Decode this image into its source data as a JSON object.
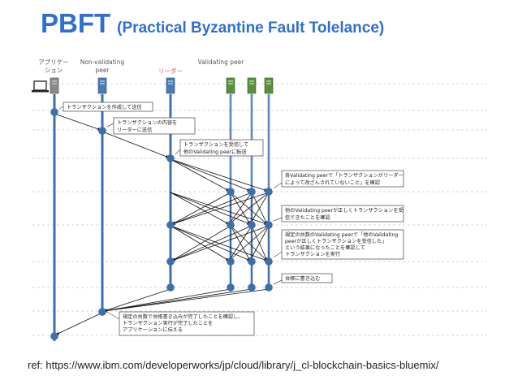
{
  "title": {
    "main": "PBFT",
    "sub": "(Practical Byzantine Fault Tolelance)"
  },
  "actors": {
    "application": {
      "label_1": "アプリケー",
      "label_2": "ション"
    },
    "non_validating": {
      "label_1": "Non-validating",
      "label_2": "peer"
    },
    "leader": {
      "label": "リーダー"
    },
    "validating": {
      "label": "Validating peer"
    }
  },
  "notes": [
    {
      "lines": [
        "トランザクションを作成して送信"
      ]
    },
    {
      "lines": [
        "トランザクションの内容を",
        "リーダーに送信"
      ]
    },
    {
      "lines": [
        "トランザクションを受信して",
        "他のValidating peerに転送"
      ]
    },
    {
      "lines": [
        "各Validating peerで「トランザクションがリーダー",
        "によって改ざんされていないこと」を確認"
      ]
    },
    {
      "lines": [
        "他のValidating peerが正しくトランザクションを受",
        "信できたことを確認"
      ]
    },
    {
      "lines": [
        "規定の台数のValidating peerで「他のValidating",
        "peerが正しくトランザクションを受信した」",
        "という結果になったことを確認して",
        "トランザクションを実行"
      ]
    },
    {
      "lines": [
        "台帳に書き込む"
      ]
    },
    {
      "lines": [
        "規定の台数で台帳書き込みが完了したことを確認し、",
        "トランザクション実行が完了したことを",
        "アプリケーションに伝える"
      ]
    }
  ],
  "reference": "ref: https://www.ibm.com/developerworks/jp/cloud/library/j_cl-blockchain-basics-bluemix/",
  "colors": {
    "title": "#2f6fcf",
    "lifeline": "#3c6fae",
    "node": "#4a7ab8",
    "leader": "#e05050",
    "validating": "#5a8f3c"
  }
}
